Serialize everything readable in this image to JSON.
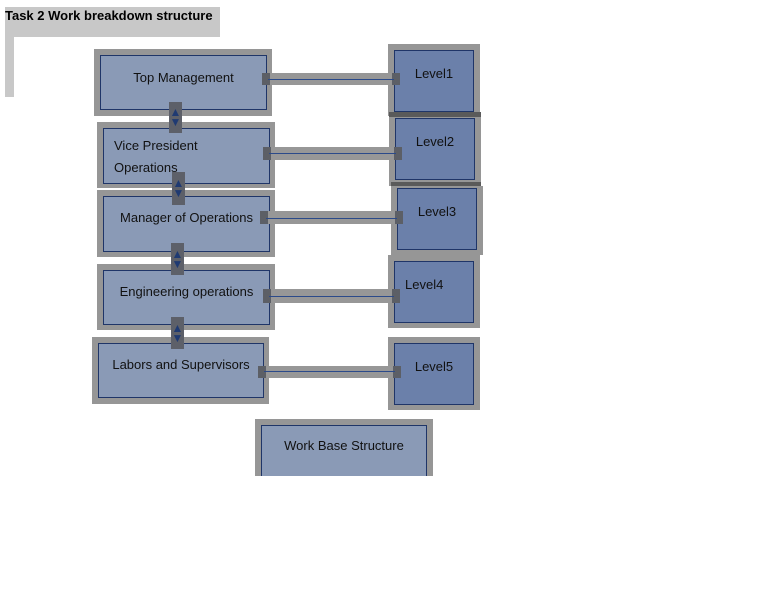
{
  "title": "Task 2 Work breakdown structure",
  "nodes": [
    {
      "label_lines": [
        "Top Management"
      ]
    },
    {
      "label_lines": [
        "Vice President",
        "Operations"
      ]
    },
    {
      "label_lines": [
        "Manager of Operations"
      ]
    },
    {
      "label_lines": [
        "Engineering operations"
      ]
    },
    {
      "label_lines": [
        "Labors and Supervisors"
      ]
    }
  ],
  "levels": [
    "Level1",
    "Level2",
    "Level3",
    "Level4",
    "Level5"
  ],
  "footer_box": "Work Base Structure",
  "colors": {
    "node_fill": "#8a9ab6",
    "level_fill": "#6b80aa",
    "border": "#1f3568",
    "frame": "#969696"
  }
}
